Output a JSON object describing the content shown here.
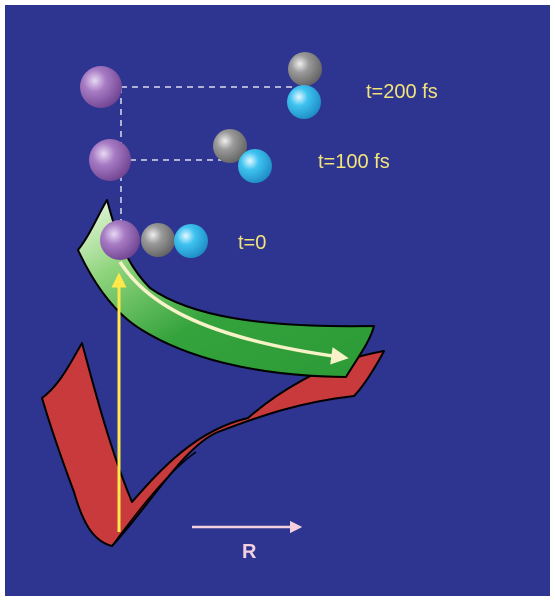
{
  "colors": {
    "background": "#2e3590",
    "label_text": "#f2e37a",
    "axis_label": "#f4d0de",
    "axis_arrow": "#f4d0de",
    "excitation_arrow": "#ffe84a",
    "ground_surface": "#c83a3c",
    "excited_surface": "#34a33c",
    "excited_surface_light": "#f2fbe8",
    "trajectory_arrow": "#f8f2c8",
    "dashed_lines": "#dcdcec",
    "atom_purple": "#8a55a8",
    "atom_gray": "#868686",
    "atom_cyan": "#2fb8e8"
  },
  "labels": {
    "t0": "t=0",
    "t100": "t=100 fs",
    "t200": "t=200 fs",
    "reaction_coordinate": "R"
  }
}
